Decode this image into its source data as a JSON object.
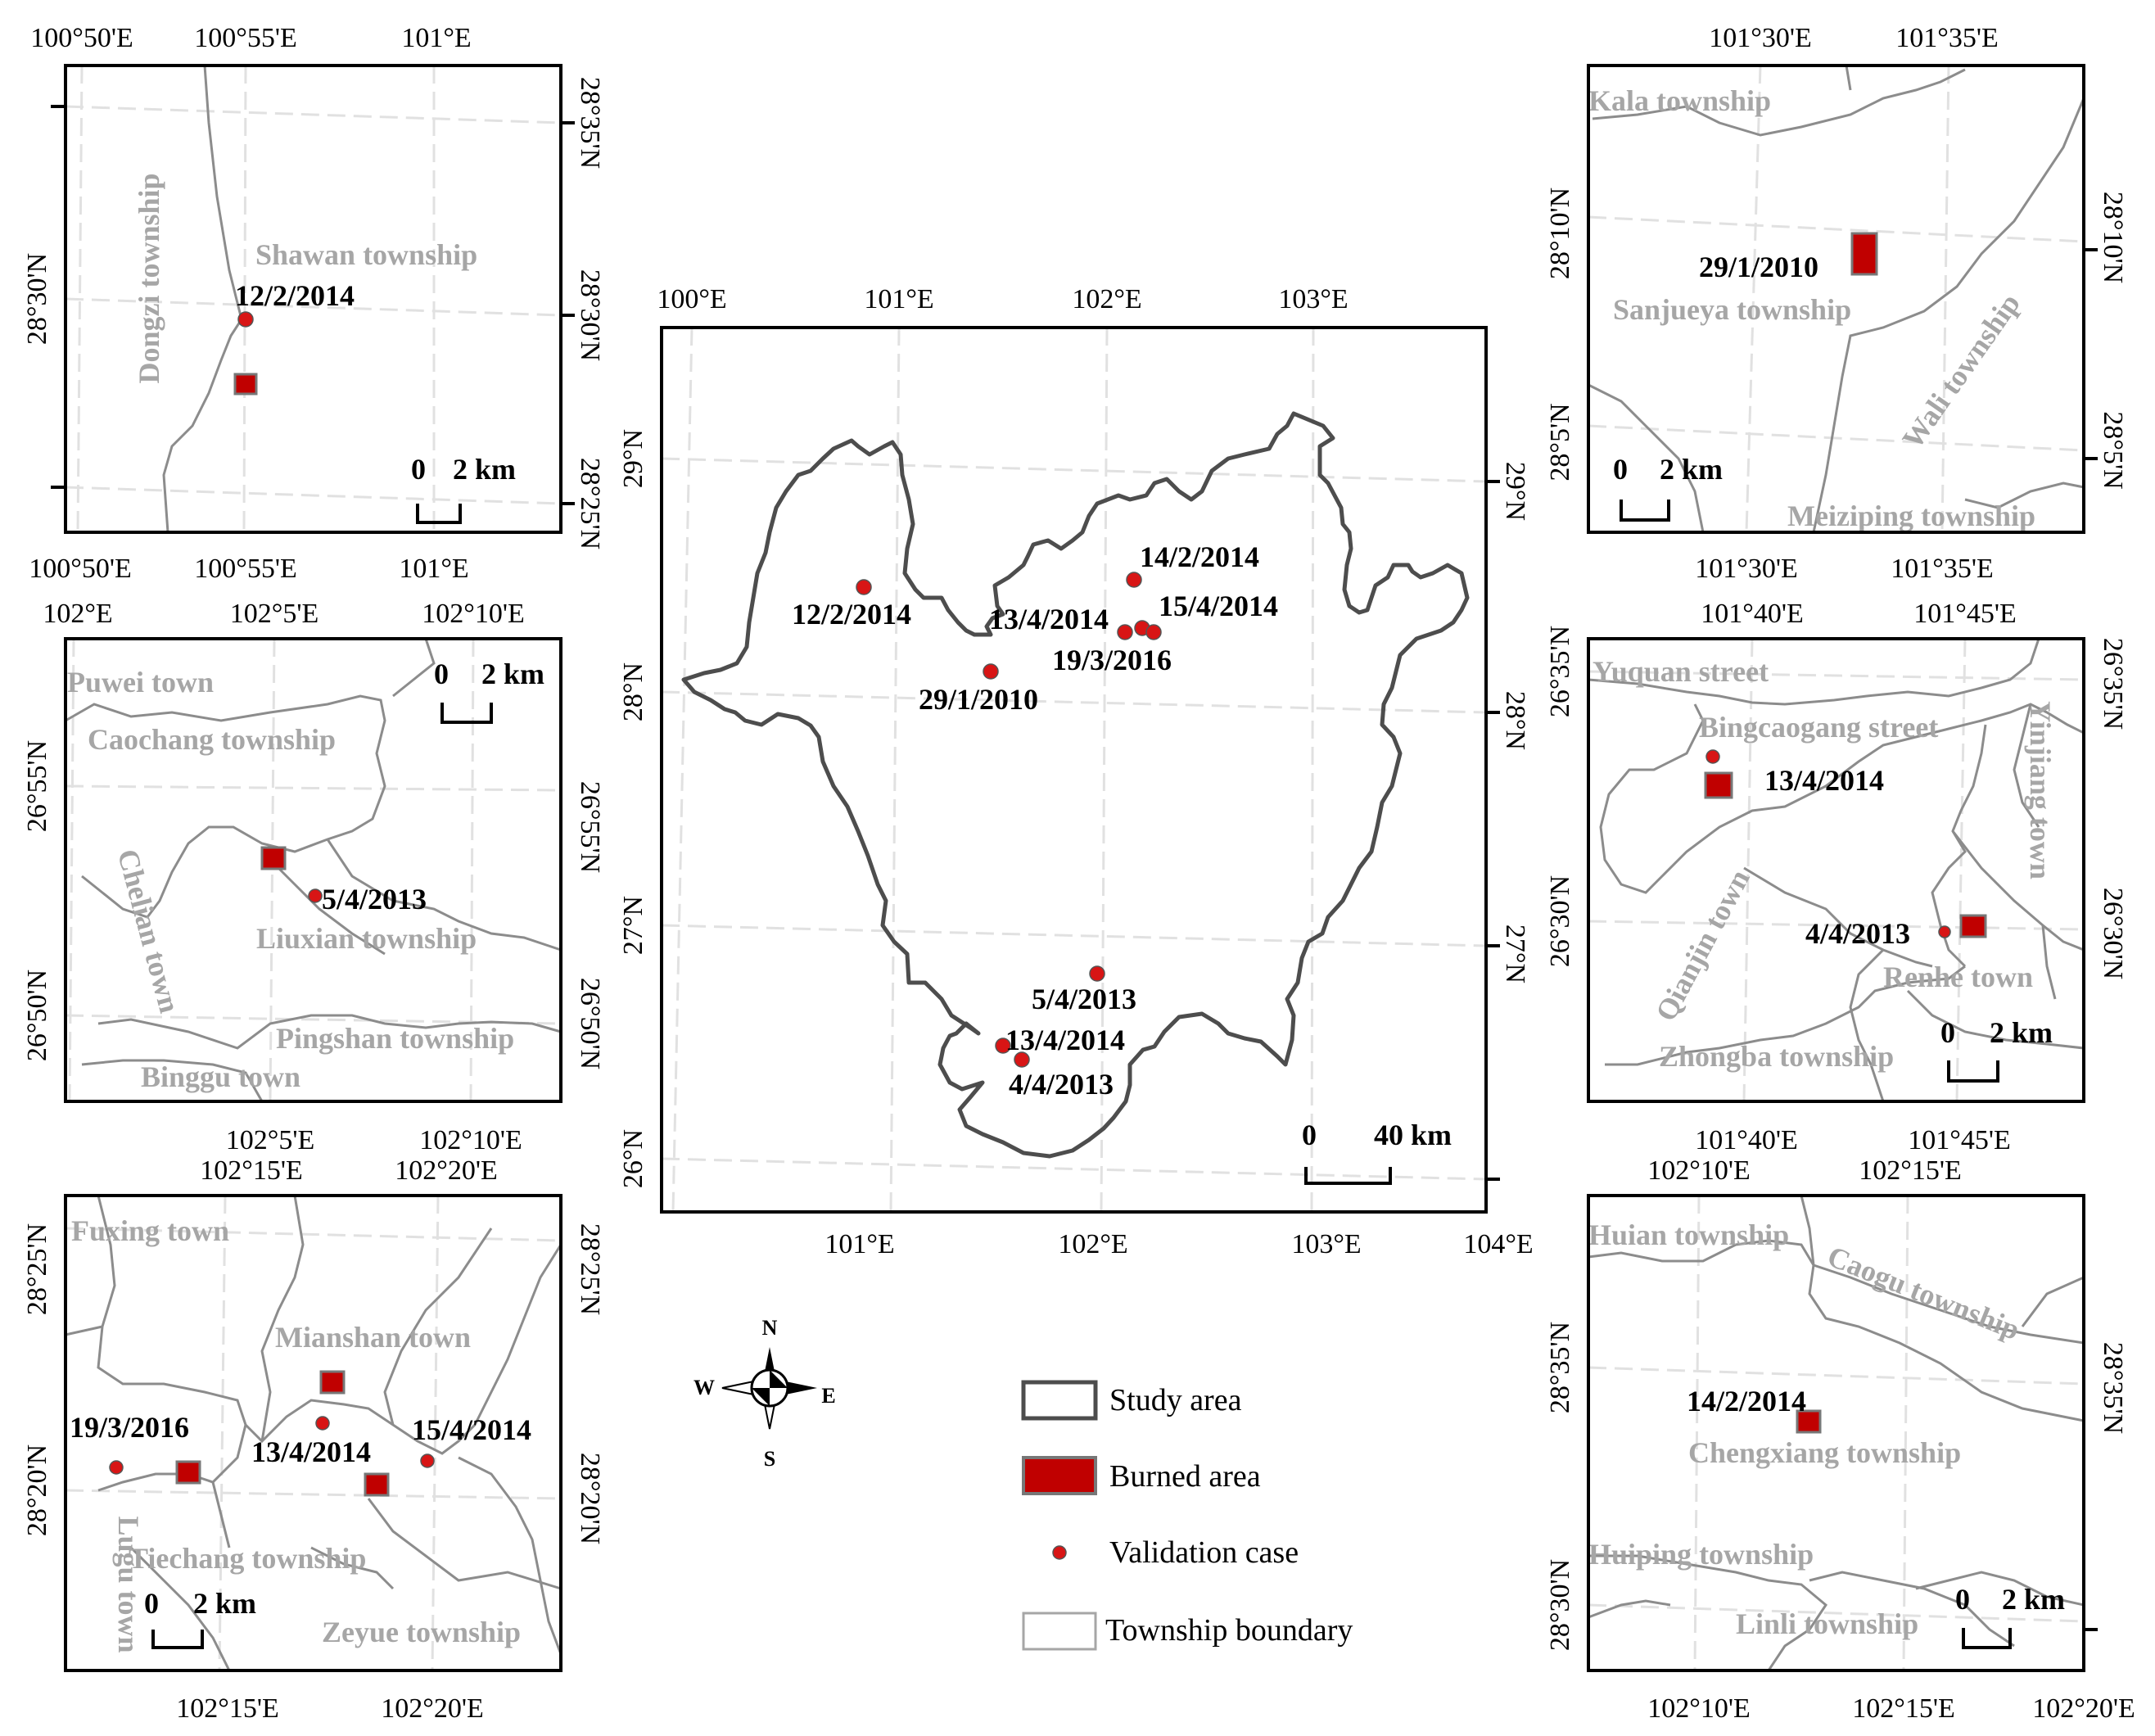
{
  "main_map": {
    "top_ticks": [
      "100°E",
      "101°E",
      "102°E",
      "103°E"
    ],
    "bottom_ticks": [
      "101°E",
      "102°E",
      "103°E",
      "104°E"
    ],
    "left_ticks": [
      "29°N",
      "28°N",
      "27°N",
      "26°N"
    ],
    "right_ticks": [
      "29°N",
      "28°N",
      "27°N"
    ],
    "cases": [
      "12/2/2014",
      "14/2/2014",
      "13/4/2014",
      "15/4/2014",
      "19/3/2016",
      "29/1/2010",
      "5/4/2013",
      "13/4/2014",
      "4/4/2013"
    ],
    "scale": {
      "zero": "0",
      "length": "40 km"
    }
  },
  "inset_tl": {
    "top_ticks": [
      "100°50'E",
      "100°55'E",
      "101°E"
    ],
    "bottom_ticks": [
      "100°50'E",
      "100°55'E",
      "101°E"
    ],
    "left_ticks": [
      "28°30'N"
    ],
    "right_ticks": [
      "28°35'N",
      "28°30'N",
      "28°25'N"
    ],
    "townships": [
      "Dongzi township",
      "Shawan township"
    ],
    "case": "12/2/2014",
    "scale": {
      "zero": "0",
      "length": "2 km"
    }
  },
  "inset_ml": {
    "top_ticks": [
      "102°E",
      "102°5'E",
      "102°10'E"
    ],
    "bottom_ticks": [
      "102°5'E",
      "102°10'E"
    ],
    "left_ticks": [
      "26°55'N",
      "26°50'N"
    ],
    "right_ticks": [
      "26°55'N",
      "26°50'N"
    ],
    "townships": [
      "Puwei town",
      "Caochang township",
      "Chelian town",
      "Liuxian township",
      "Pingshan township",
      "Binggu town"
    ],
    "case": "5/4/2013",
    "scale": {
      "zero": "0",
      "length": "2 km"
    }
  },
  "inset_bl": {
    "top_ticks": [
      "102°15'E",
      "102°20'E"
    ],
    "bottom_ticks": [
      "102°15'E",
      "102°20'E"
    ],
    "left_ticks": [
      "28°25'N",
      "28°20'N"
    ],
    "right_ticks": [
      "28°25'N",
      "28°20'N"
    ],
    "townships": [
      "Fuxing town",
      "Mianshan town",
      "Lugu town",
      "Tiechang township",
      "Zeyue township"
    ],
    "cases": [
      "19/3/2016",
      "13/4/2014",
      "15/4/2014"
    ],
    "scale": {
      "zero": "0",
      "length": "2 km"
    }
  },
  "inset_tr": {
    "top_ticks": [
      "101°30'E",
      "101°35'E"
    ],
    "bottom_ticks": [
      "101°30'E",
      "101°35'E"
    ],
    "left_ticks": [
      "28°10'N",
      "28°5'N"
    ],
    "right_ticks": [
      "28°10'N",
      "28°5'N"
    ],
    "townships": [
      "Kala township",
      "Sanjueya township",
      "Wali township",
      "Meiziping township"
    ],
    "case": "29/1/2010",
    "scale": {
      "zero": "0",
      "length": "2 km"
    }
  },
  "inset_mr": {
    "top_ticks": [
      "101°40'E",
      "101°45'E"
    ],
    "bottom_ticks": [
      "101°40'E",
      "101°45'E"
    ],
    "left_ticks": [
      "26°35'N",
      "26°30'N"
    ],
    "right_ticks": [
      "26°35'N",
      "26°30'N"
    ],
    "townships": [
      "Yuquan street",
      "Bingcaogang street",
      "Yinjiang town",
      "Qianjin town",
      "Renhe town",
      "Zhongba township"
    ],
    "cases": [
      "13/4/2014",
      "4/4/2013"
    ],
    "scale": {
      "zero": "0",
      "length": "2 km"
    }
  },
  "inset_br": {
    "top_ticks": [
      "102°10'E",
      "102°15'E"
    ],
    "bottom_ticks": [
      "102°10'E",
      "102°15'E",
      "102°20'E"
    ],
    "left_ticks": [
      "28°35'N",
      "28°30'N"
    ],
    "right_ticks": [
      "28°35'N"
    ],
    "townships": [
      "Huian township",
      "Caogu township",
      "Chengxiang township",
      "Huiping township",
      "Linli township"
    ],
    "case": "14/2/2014",
    "scale": {
      "zero": "0",
      "length": "2 km"
    }
  },
  "compass": {
    "n": "N",
    "s": "S",
    "e": "E",
    "w": "W"
  },
  "legend": {
    "study_area": "Study area",
    "burned_area": "Burned area",
    "validation_case": "Validation case",
    "township_boundary": "Township boundary"
  },
  "colors": {
    "burned": "#c00000",
    "validation_point": "#d81515",
    "study_area_line": "#4d4d4d",
    "township_line": "#8c8c8c",
    "grid": "#e1e1e1"
  }
}
